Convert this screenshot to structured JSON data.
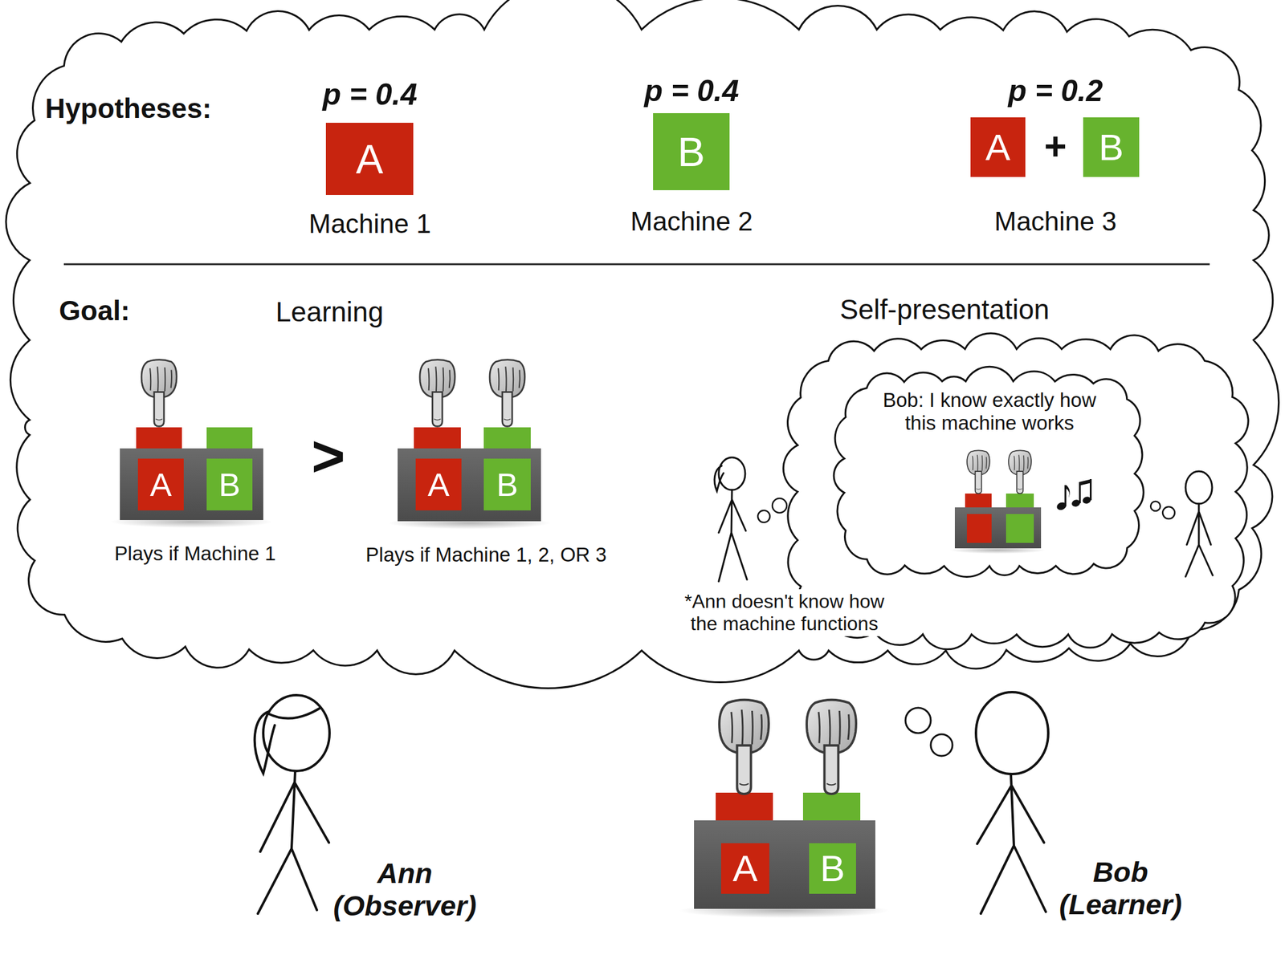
{
  "diagram": {
    "nodes": [
      {
        "text": [
          "A"
        ]
      },
      {
        "text": [
          "B"
        ]
      },
      {
        "text": [
          "A"
        ]
      },
      {
        "text": [
          "B"
        ]
      },
      {
        "text": [
          "A"
        ]
      },
      {
        "text": [
          "B"
        ]
      },
      {
        "text": [
          "A"
        ]
      },
      {
        "text": [
          "B"
        ]
      },
      {
        "text": [
          "Bob: I know exactly how this machine works"
        ]
      },
      {
        "text": [
          "A"
        ]
      },
      {
        "text": [
          "B"
        ]
      }
    ],
    "labels": [
      "Hypotheses:",
      "p = 0.4",
      "Machine 1",
      "p = 0.4",
      "Machine 2",
      "p = 0.2",
      "+",
      "Machine 3",
      "Goal:",
      "Learning",
      ">",
      "Plays if Machine 1",
      "Plays if Machine 1, 2, OR 3",
      "Self-presentation",
      "*Ann doesn't know how the machine functions",
      "Ann (Observer)",
      "Bob (Learner)"
    ]
  }
}
